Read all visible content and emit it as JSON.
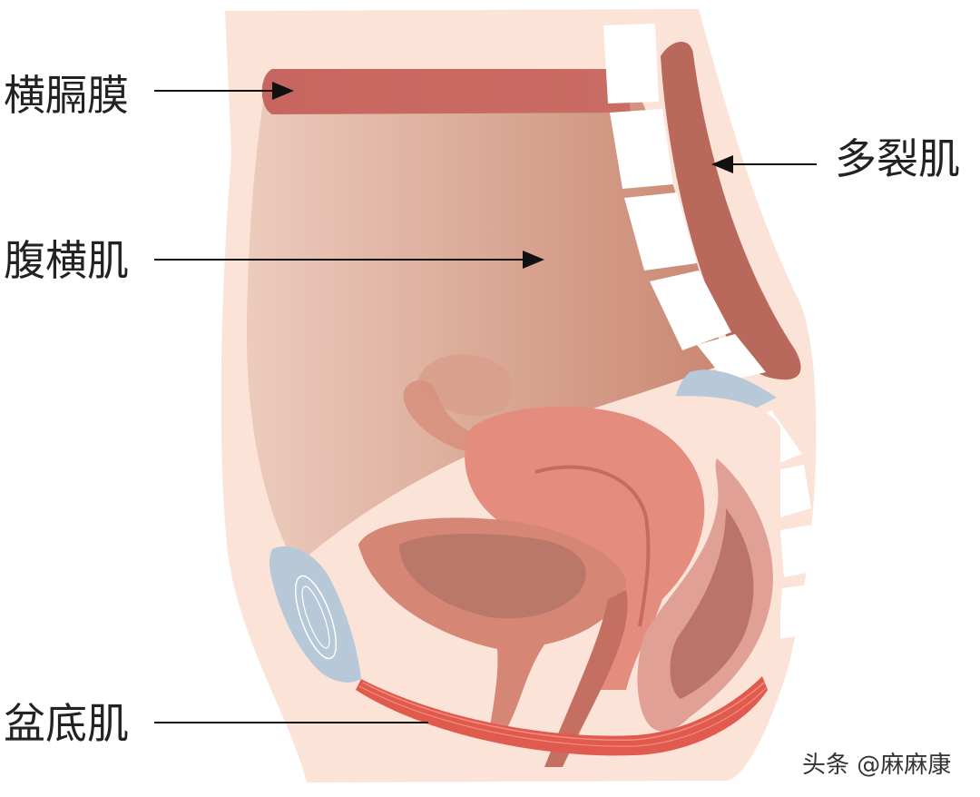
{
  "labels": {
    "diaphragm": "横膈膜",
    "multifidus": "多裂肌",
    "transversus": "腹横肌",
    "pelvic_floor": "盆底肌"
  },
  "watermark": "头条 @麻麻康",
  "colors": {
    "skin": "#fbe3d8",
    "muscle_light": "#e9c1ae",
    "muscle_dark": "#c98771",
    "diaphragm": "#c96a66",
    "multifidus": "#b9685c",
    "vertebra": "#ffffff",
    "bone_blue": "#b7c9d8",
    "pelvic_floor": "#e05a4e",
    "organ_pink": "#e48c7e",
    "organ_dark": "#b9786a"
  }
}
